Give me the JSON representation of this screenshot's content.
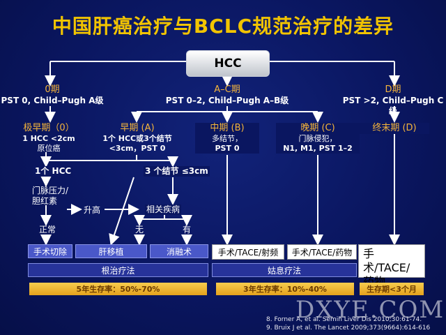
{
  "title": "中国肝癌治疗与BCLC规范治疗的差异",
  "root": "HCC",
  "stages": {
    "stage0": {
      "name": "0期",
      "desc": "PST 0, Child–Pugh A级"
    },
    "stageAC": {
      "name": "A–C期",
      "desc": "PST 0–2, Child–Pugh A–B级"
    },
    "stageD": {
      "name": "D期",
      "desc": "PST >2, Child–Pugh C级"
    }
  },
  "substages": {
    "very_early": {
      "name": "极早期（0）",
      "line1": "1 HCC <2cm",
      "line2": "原位癌"
    },
    "early": {
      "name": "早期 (A)",
      "line1": "1个 HCC或3个结节",
      "line2": "<3cm，PST 0"
    },
    "intermediate": {
      "name": "中期 (B)",
      "line1": "多结节，",
      "line2": "PST 0"
    },
    "advanced": {
      "name": "晚期 (C)",
      "line1": "门脉侵犯，",
      "line2": "N1, M1, PST 1–2"
    },
    "terminal": {
      "name": "终末期 (D)"
    }
  },
  "decisions": {
    "single": "1个 HCC",
    "three_nodules": "3 个结节 ≤3cm",
    "portal_pressure_1": "门脉压力/",
    "portal_pressure_2": "胆红素",
    "elevated": "升高",
    "comorbid": "相关疾病",
    "normal": "正常",
    "no": "无",
    "yes": "有"
  },
  "treatments": {
    "resection": "手术切除",
    "transplant": "肝移植",
    "ablation": "消融术",
    "surgery_tace_rfa": "手术/TACE/射频",
    "surgery_tace_drug": "手术/TACE/药物",
    "surgery_tace_drug_d_1": "手术/TACE/",
    "surgery_tace_drug_d_2": "药物"
  },
  "categories": {
    "curative": "根治疗法",
    "palliative": "姑息疗法"
  },
  "survival": {
    "curative": "5年生存率：50%-70%",
    "palliative": "3年生存率：10%-40%",
    "terminal": "生存期<3个月"
  },
  "references": {
    "ref8": "8. Forner A, et al. Semin Liver Dis 2010;30:61-74.",
    "ref9": "9. Bruix J et al. The Lancet 2009;373(9664):614-616"
  },
  "watermark": "DXYE.COM"
}
